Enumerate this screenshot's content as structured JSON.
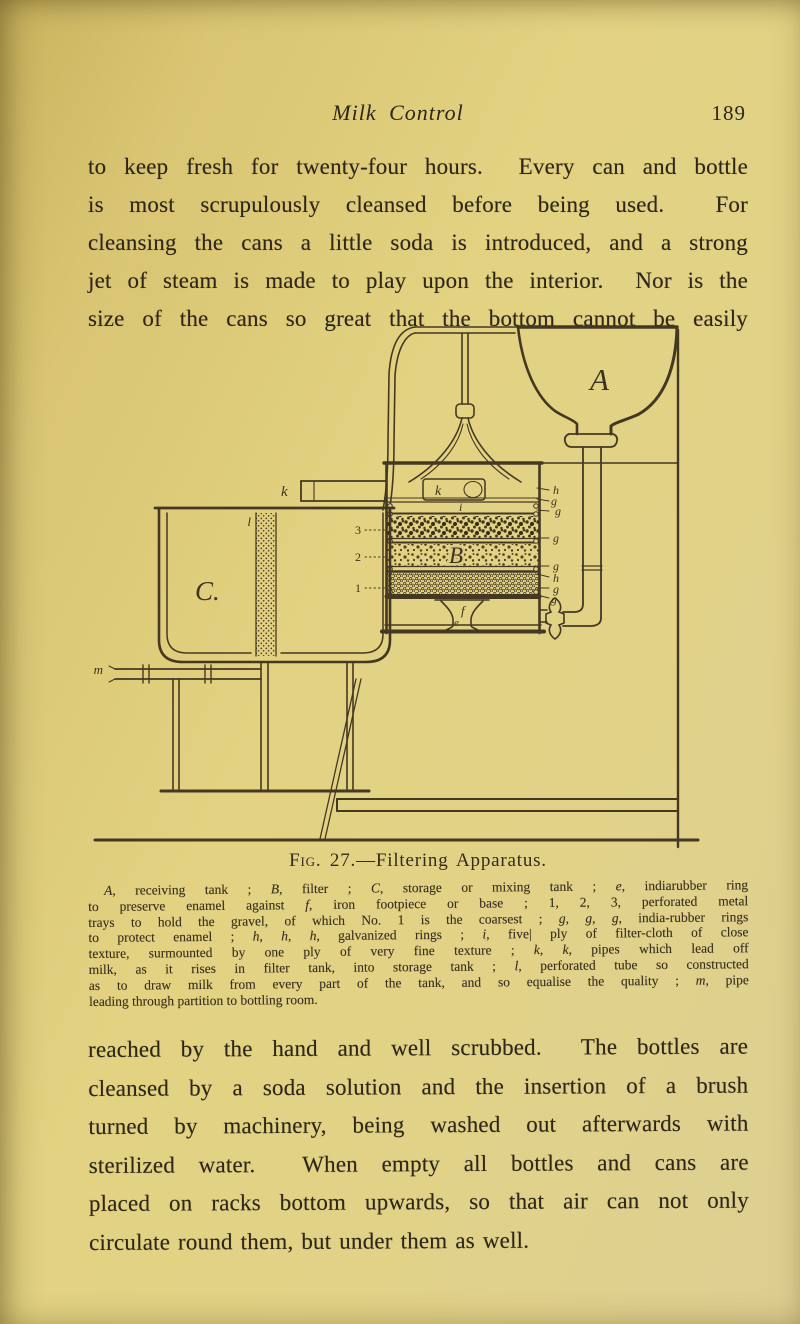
{
  "header": {
    "title": "Milk Control",
    "page_number": "189"
  },
  "paragraph_top": {
    "lines": [
      "to keep fresh for twenty-four hours.  Every can and bottle",
      "is most scrupulously cleansed before being used.  For",
      "cleansing the cans a little soda is introduced, and a strong",
      "jet of steam is made to play upon the interior.  Nor is the",
      "size of the cans so great that the bottom cannot be easily"
    ]
  },
  "figure": {
    "caption_sc": "Fig. 27.",
    "caption_rest": "—Filtering Apparatus.",
    "diagram_labels": {
      "tank_a": "A",
      "filter_b": "B",
      "tank_c": "C.",
      "spout_k_outer": "k",
      "spout_k_inner": "k",
      "cloth_i": "i",
      "tube_l": "l",
      "pipe_m": "m",
      "foot_f": "f",
      "ring_e": "e",
      "tray_3": "3",
      "tray_2": "2",
      "tray_1": "1",
      "right_stack": [
        "h",
        "g",
        "g",
        "g",
        "g",
        "h",
        "g",
        "g"
      ]
    },
    "legend_lines": [
      [
        {
          "t": "A",
          "i": 1
        },
        {
          "t": ", receiving tank ; "
        },
        {
          "t": "B",
          "i": 1
        },
        {
          "t": ", filter ; "
        },
        {
          "t": "C",
          "i": 1
        },
        {
          "t": ", storage or mixing tank ; "
        },
        {
          "t": "e",
          "i": 1
        },
        {
          "t": ", indiarubber ring"
        }
      ],
      [
        {
          "t": "to preserve enamel against "
        },
        {
          "t": "f",
          "i": 1
        },
        {
          "t": ", iron footpiece or base ; 1, 2, 3, perforated metal"
        }
      ],
      [
        {
          "t": "trays to hold the gravel, of which No. 1 is the coarsest ; "
        },
        {
          "t": "g",
          "i": 1
        },
        {
          "t": ", "
        },
        {
          "t": "g",
          "i": 1
        },
        {
          "t": ", "
        },
        {
          "t": "g",
          "i": 1
        },
        {
          "t": ", india-rubber rings"
        }
      ],
      [
        {
          "t": "to protect enamel ; "
        },
        {
          "t": "h",
          "i": 1
        },
        {
          "t": ", "
        },
        {
          "t": "h",
          "i": 1
        },
        {
          "t": ", "
        },
        {
          "t": "h",
          "i": 1
        },
        {
          "t": ", galvanized rings ; "
        },
        {
          "t": "i",
          "i": 1
        },
        {
          "t": ", five| ply of filter-cloth of close"
        }
      ],
      [
        {
          "t": "texture, surmounted by one ply of very fine texture ; "
        },
        {
          "t": "k",
          "i": 1
        },
        {
          "t": ", "
        },
        {
          "t": "k",
          "i": 1
        },
        {
          "t": ", pipes which lead off"
        }
      ],
      [
        {
          "t": "milk, as it rises in filter tank, into storage tank ; "
        },
        {
          "t": "l",
          "i": 1
        },
        {
          "t": ", perforated tube so constructed"
        }
      ],
      [
        {
          "t": "as to draw milk from every part of the tank, and so equalise the quality ; "
        },
        {
          "t": "m",
          "i": 1
        },
        {
          "t": ", pipe"
        }
      ],
      [
        {
          "t": "leading through partition to bottling room."
        }
      ]
    ]
  },
  "paragraph_bottom": {
    "lines": [
      "reached by the hand and well scrubbed.  The bottles are",
      "cleansed by a soda solution and the insertion of a brush",
      "turned by machinery, being washed out afterwards with",
      "sterilized water.  When empty all bottles and cans are",
      "placed on racks bottom upwards, so that air can not only",
      "circulate round them, but under them as well."
    ]
  },
  "colors": {
    "paper": "#e0d086",
    "ink": "#3c3320"
  }
}
